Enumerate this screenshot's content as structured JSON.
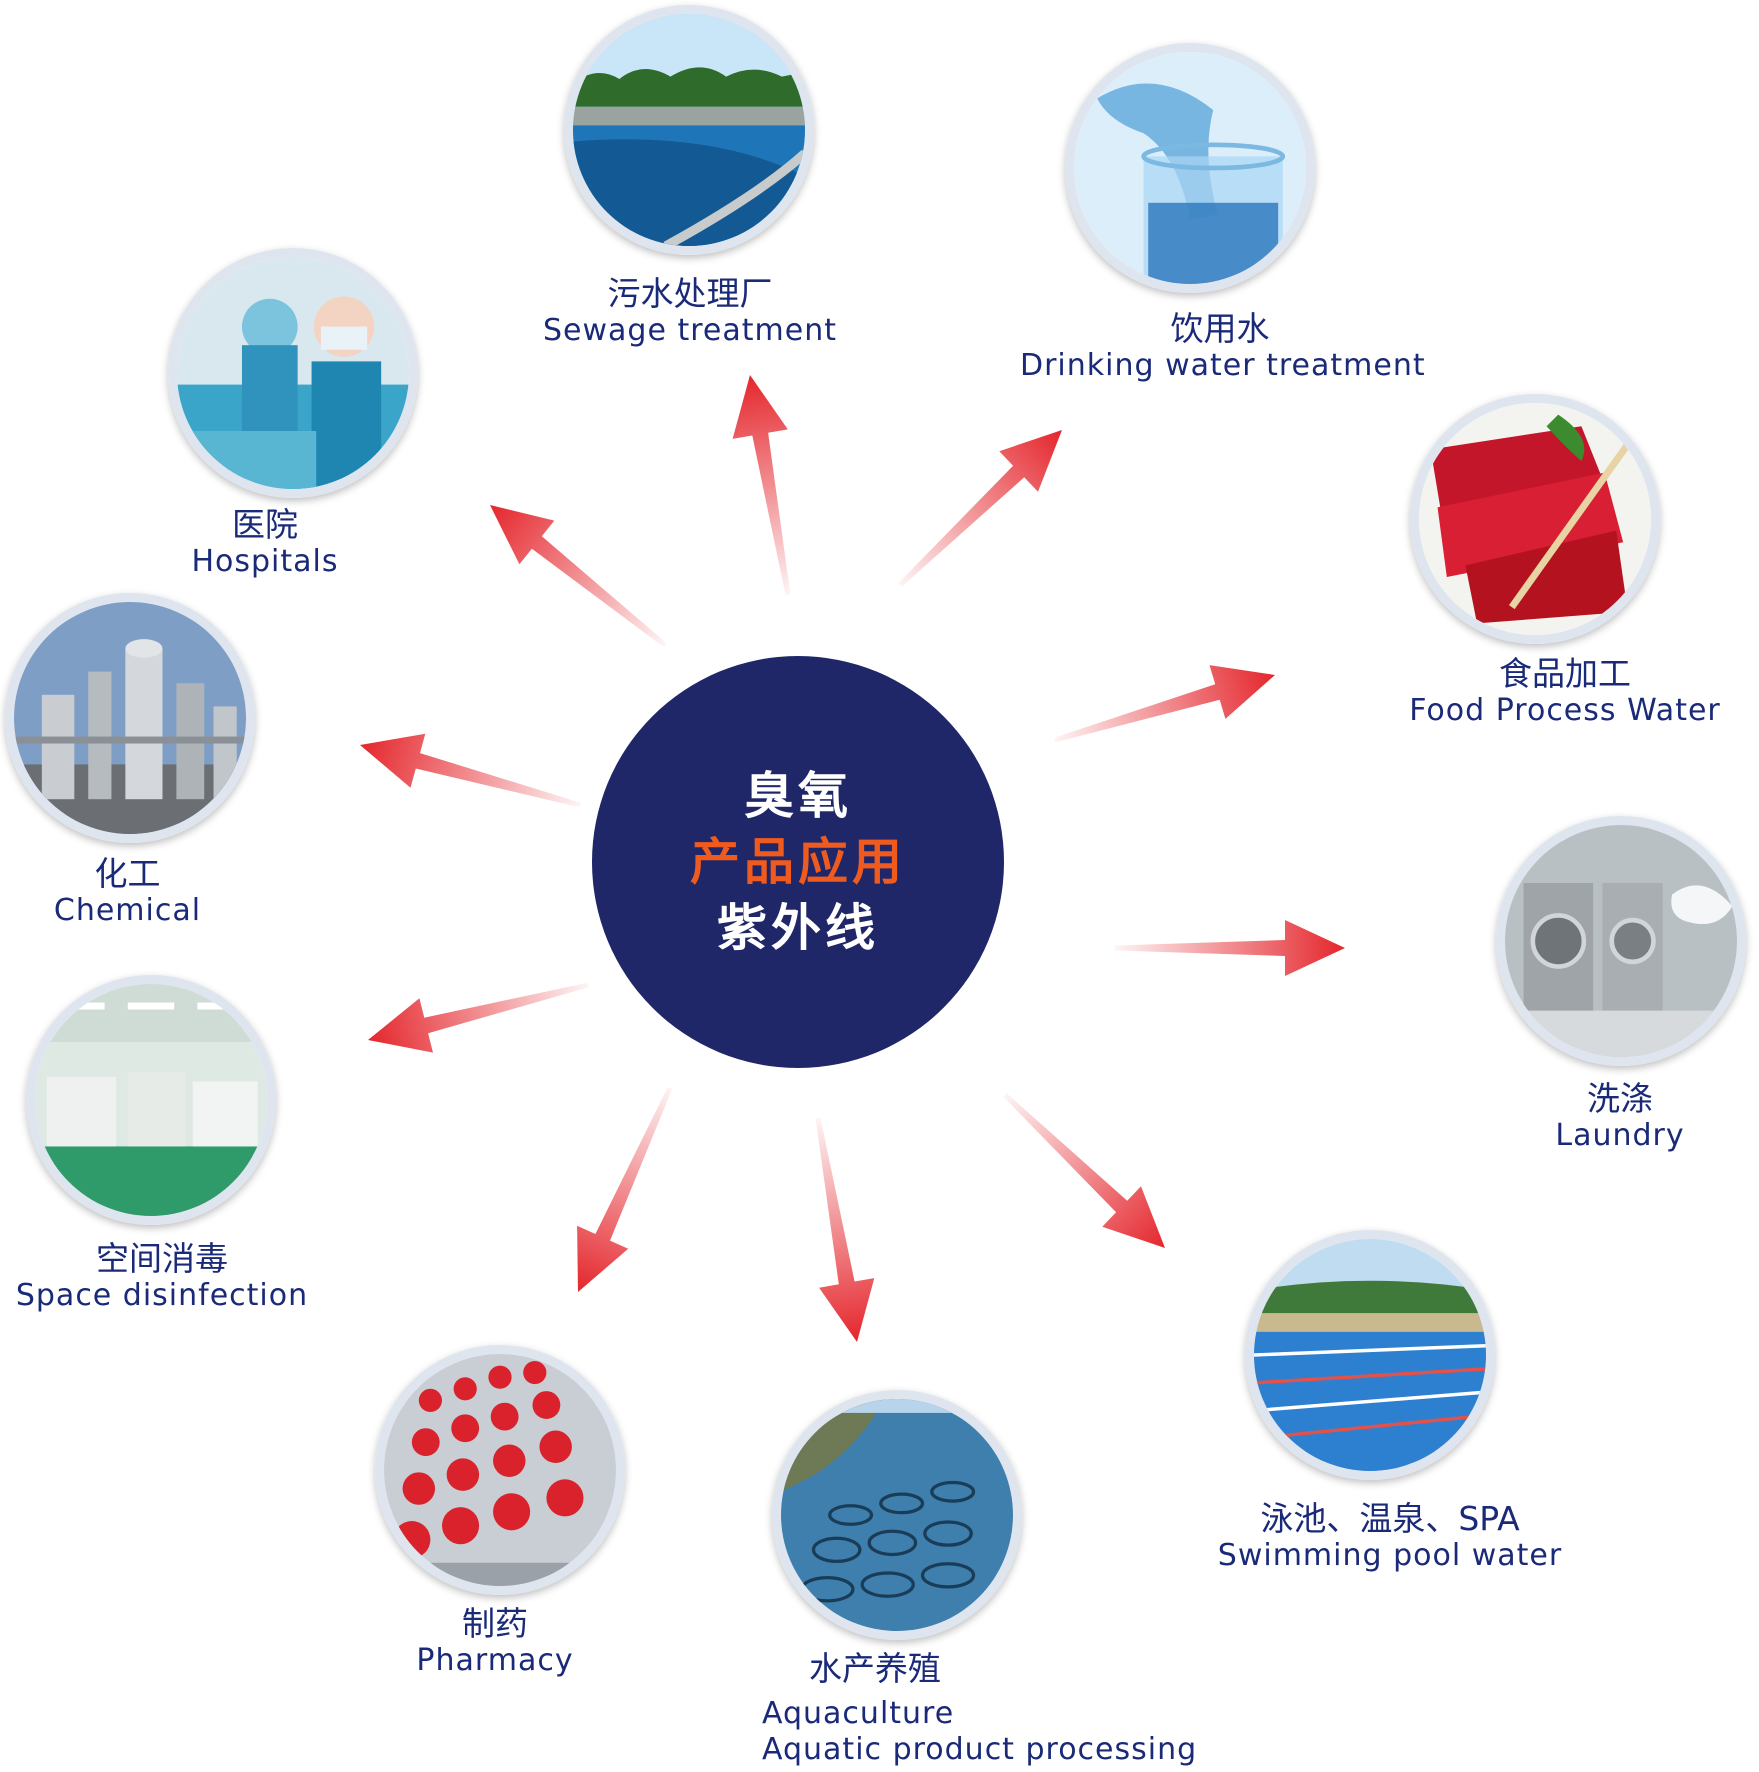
{
  "center": {
    "line1": "臭氧",
    "line2": "产品应用",
    "line3": "紫外线"
  },
  "colors": {
    "center_bg": "#1f2768",
    "accent": "#ef5a1e",
    "arrow": "#e4262c",
    "label": "#1a2a78"
  },
  "applications": [
    {
      "id": "sewage",
      "zh": "污水处理厂",
      "en": "Sewage treatment"
    },
    {
      "id": "drinking",
      "zh": "饮用水",
      "en": "Drinking water treatment"
    },
    {
      "id": "hospitals",
      "zh": "医院",
      "en": "Hospitals"
    },
    {
      "id": "food",
      "zh": "食品加工",
      "en": "Food Process Water"
    },
    {
      "id": "chemical",
      "zh": "化工",
      "en": "Chemical"
    },
    {
      "id": "laundry",
      "zh": "洗涤",
      "en": "Laundry"
    },
    {
      "id": "space",
      "zh": "空间消毒",
      "en": "Space disinfection"
    },
    {
      "id": "pool",
      "zh": "泳池、温泉、SPA",
      "en": "Swimming pool water"
    },
    {
      "id": "pharmacy",
      "zh": "制药",
      "en": "Pharmacy"
    },
    {
      "id": "aquaculture",
      "zh": "水产养殖",
      "en": "Aquaculture",
      "en2": "Aquatic product processing"
    }
  ]
}
